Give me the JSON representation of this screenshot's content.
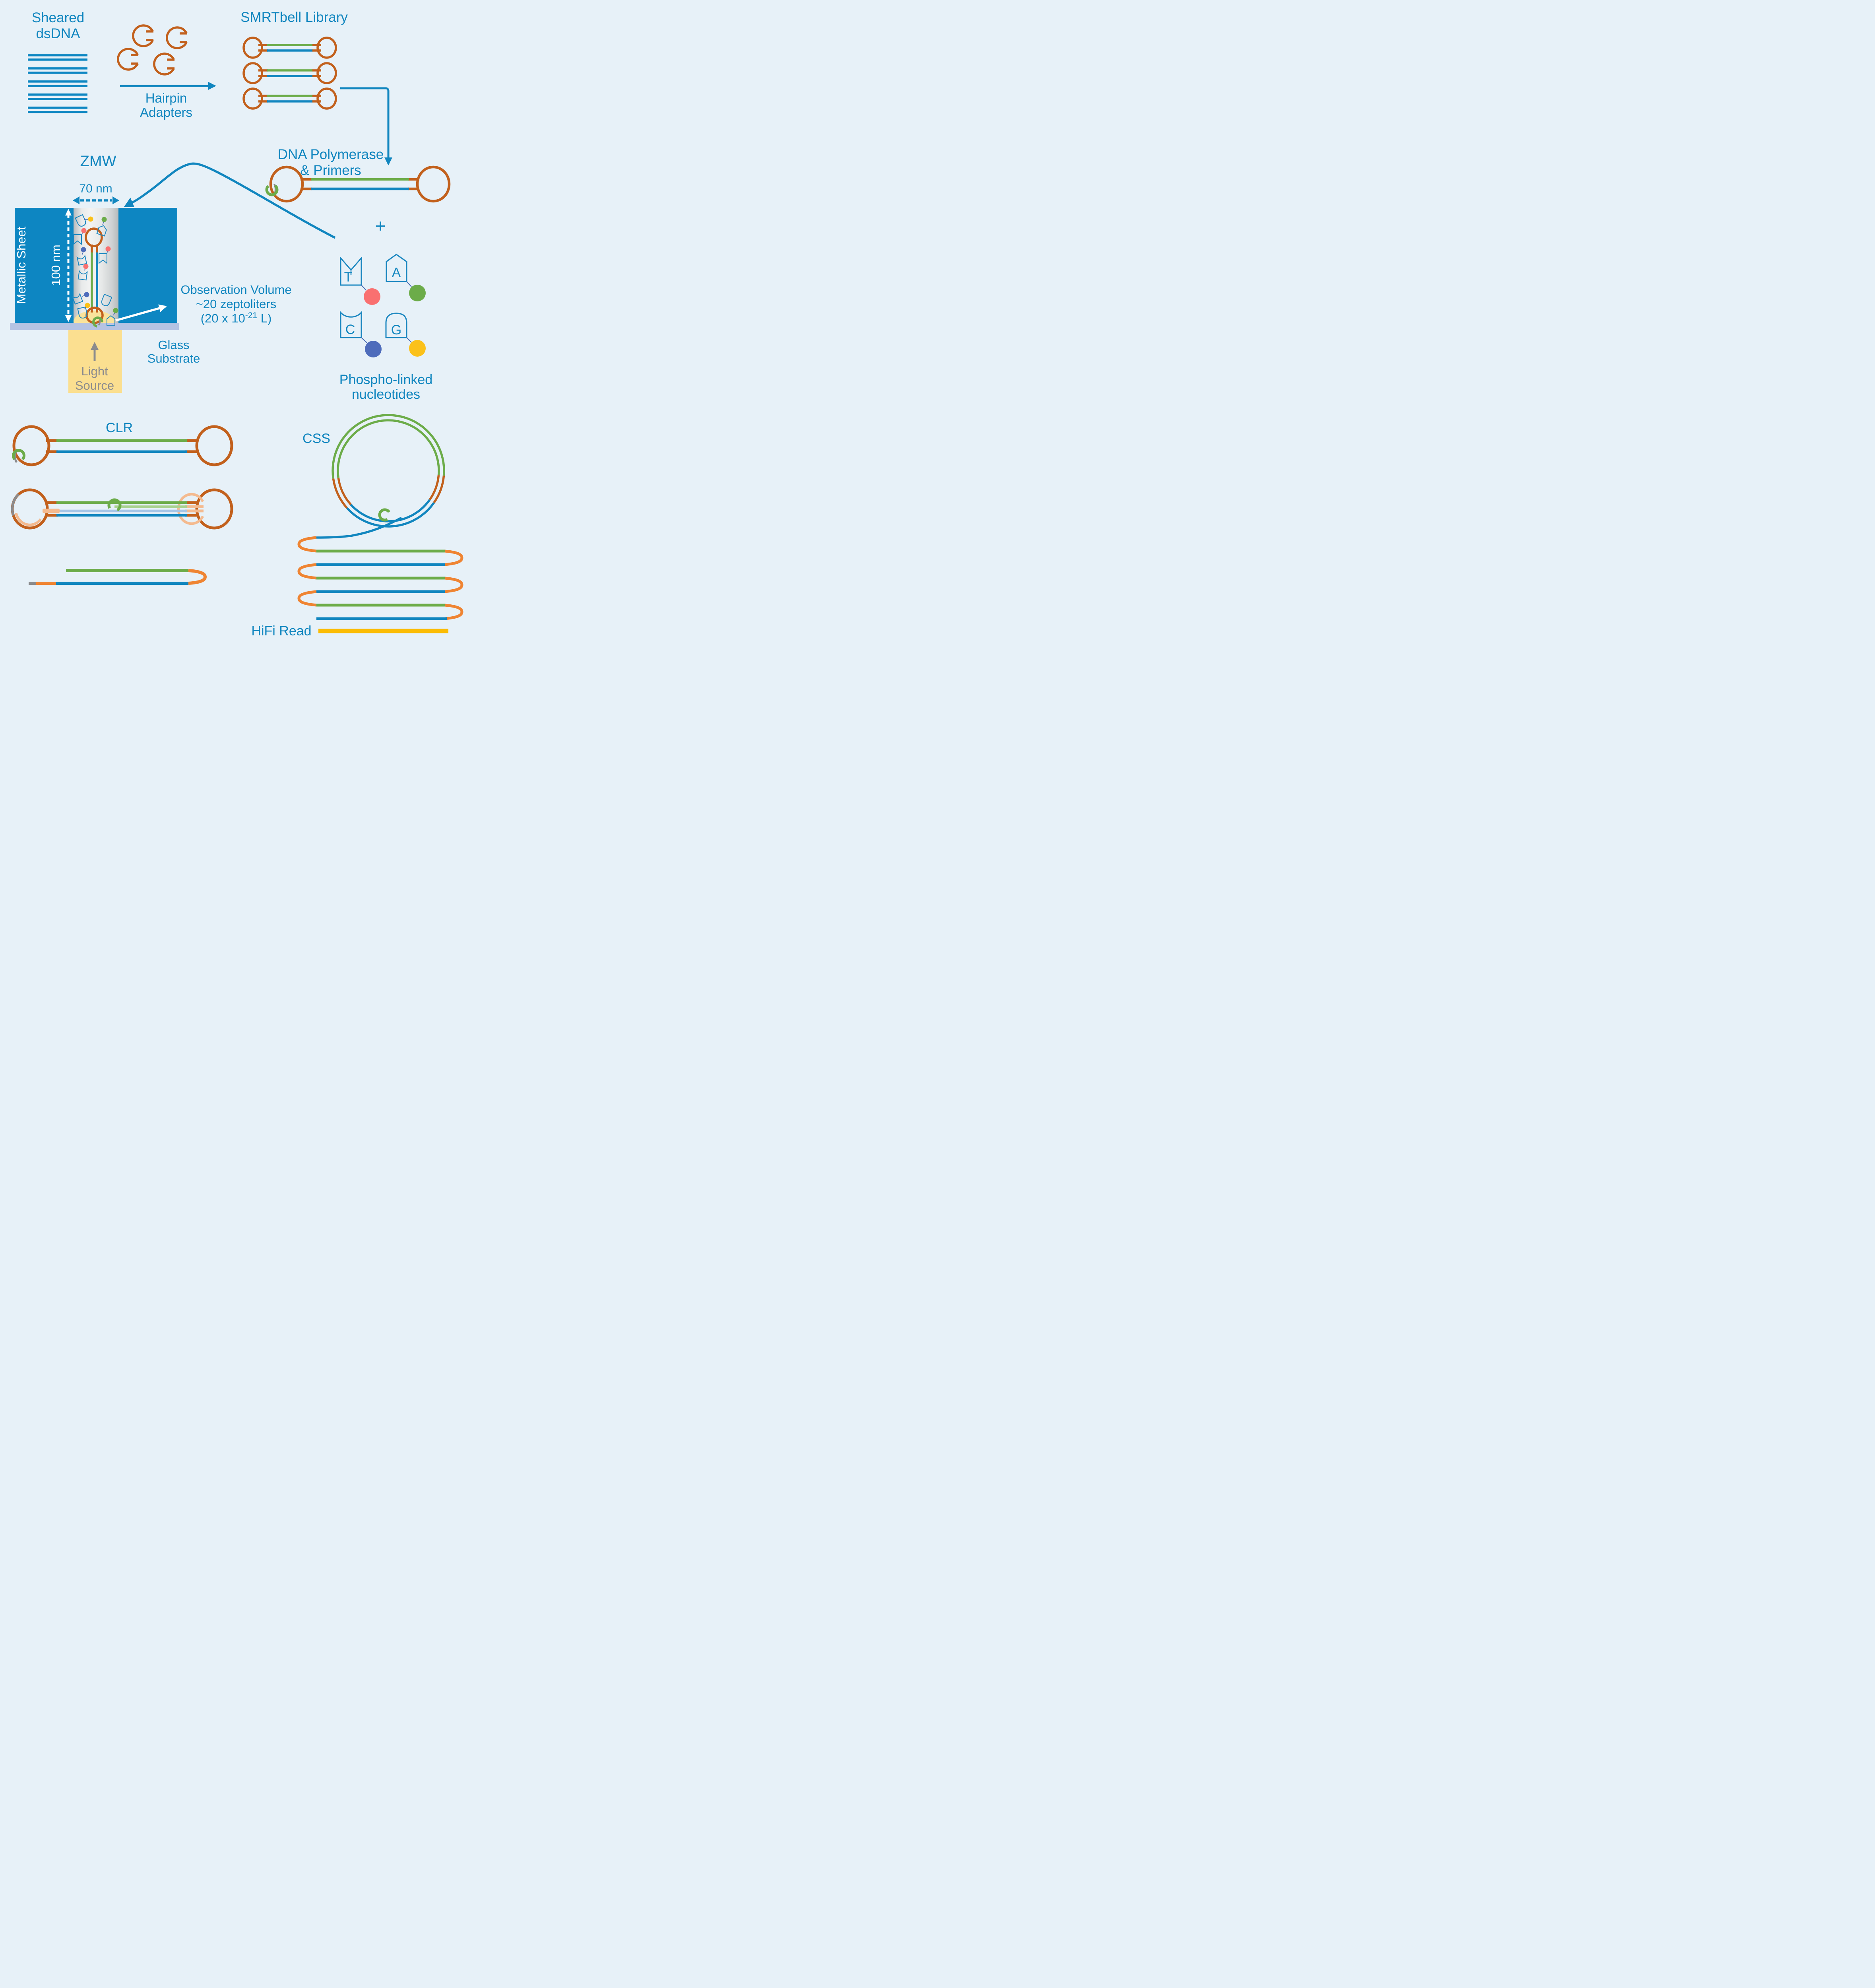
{
  "figure": {
    "type": "scientific-diagram",
    "subject": "SMRT sequencing workflow (SMRTbell library prep, ZMW sequencing, CLR and CSS reads)"
  },
  "palette": {
    "background": "#e7f1f8",
    "primary_blue": "#1186bf",
    "adapter_dark_orange": "#c2601c",
    "bend_bright_orange": "#ef8432",
    "peach": "#f4ba8f",
    "strand_green": "#6cac49",
    "light_green": "#a9d28f",
    "light_blue_strand": "#a6c5e6",
    "dot_red": "#f97070",
    "dot_blue": "#4e6cbb",
    "dot_yellow": "#fbc11a",
    "dot_green": "#6cac49",
    "gray": "#8b8b8d",
    "substrate_lavender": "#b5c3e3",
    "light_source_yellow": "#fbdf90",
    "glow_yellow": "#f9e39c",
    "hifi_yellow": "#fbbc04",
    "metallic_sheet_blue": "#0d86c2"
  },
  "labels": {
    "sheared_line1": "Sheared",
    "sheared_line2": "dsDNA",
    "hairpin_line1": "Hairpin",
    "hairpin_line2": "Adapters",
    "smrtbell_library": "SMRTbell Library",
    "dna_polymerase_line1": "DNA Polymerase",
    "dna_polymerase_line2": "& Primers",
    "plus_sign": "+",
    "zmw": "ZMW",
    "width_70nm": "70 nm",
    "height_100nm": "100 nm",
    "metallic_sheet": "Metallic Sheet",
    "observation_line1": "Observation Volume",
    "observation_line2": "~20 zeptoliters",
    "observation_line3_prefix": "(20 x 10",
    "observation_line3_sup": "-21",
    "observation_line3_suffix": " L)",
    "glass_line1": "Glass",
    "glass_line2": "Substrate",
    "light_line1": "Light",
    "light_line2": "Source",
    "nucleotide_t": "T",
    "nucleotide_a": "A",
    "nucleotide_c": "C",
    "nucleotide_g": "G",
    "phospho_line1": "Phospho-linked",
    "phospho_line2": "nucleotides",
    "clr": "CLR",
    "css": "CSS",
    "hifi_read": "HiFi Read"
  }
}
